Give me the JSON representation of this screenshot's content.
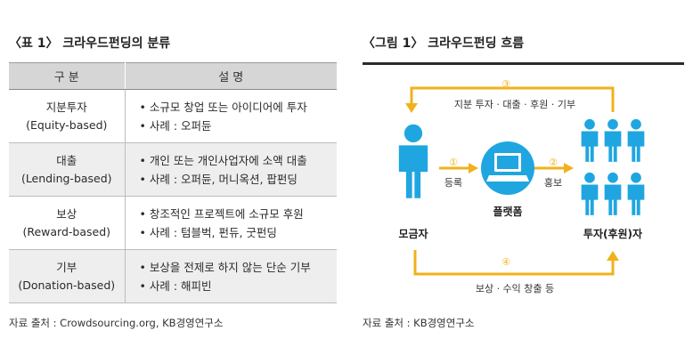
{
  "table": {
    "title": "〈표 1〉 크라우드펀딩의 분류",
    "headers": [
      "구 분",
      "설 명"
    ],
    "rows": [
      {
        "name": "지분투자",
        "en": "(Equity-based)",
        "desc1": "• 소규모 창업 또는 아이디어에 투자",
        "desc2": "• 사례 : 오퍼듄"
      },
      {
        "name": "대출",
        "en": "(Lending-based)",
        "desc1": "• 개인 또는 개인사업자에 소액 대출",
        "desc2": "• 사례 : 오퍼듄, 머니옥션, 팝펀딩"
      },
      {
        "name": "보상",
        "en": "(Reward-based)",
        "desc1": "• 창조적인 프로젝트에 소규모 후원",
        "desc2": "• 사례 : 텀블벅, 펀듀, 굿펀딩"
      },
      {
        "name": "기부",
        "en": "(Donation-based)",
        "desc1": "• 보상을 전제로 하지 않는 단순 기부",
        "desc2": "• 사례 : 해피빈"
      }
    ],
    "source": "자료 출처 : Crowdsourcing.org, KB경영연구소"
  },
  "diagram": {
    "title": "〈그림 1〉 크라우드펀딩 흐름",
    "nodes": {
      "fundraiser": "모금자",
      "platform": "플랫폼",
      "investors": "투자(후원)자"
    },
    "flows": [
      {
        "num": "①",
        "label": "등록"
      },
      {
        "num": "②",
        "label": "홍보"
      },
      {
        "num": "③",
        "label": "지분 투자 · 대출 · 후원 · 기부"
      },
      {
        "num": "④",
        "label": "보상 · 수익 창출 등"
      }
    ],
    "source": "자료 출처 : KB경영연구소",
    "colors": {
      "person": "#1fa6e0",
      "arrow": "#f0b21a",
      "laptop": "#1fa6e0"
    }
  }
}
